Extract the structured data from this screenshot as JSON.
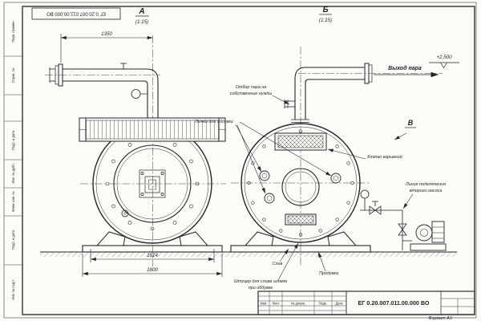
{
  "sheet": {
    "stamp_number": "ЕГ 0.20.007.011.00.000  ВО",
    "format": "Формат А3"
  },
  "margin": {
    "cells": [
      "Перв. примен.",
      "Справ. №",
      "Подп. и дата",
      "Инв. № дубл.",
      "Взам. инв. №",
      "Подп. и дата",
      "Инв. № подл."
    ]
  },
  "views": {
    "a_letter": "А",
    "a_scale": "(1:15)",
    "b_letter": "Б",
    "b_scale": "(1:15)",
    "v_letter": "В"
  },
  "dims": {
    "pipe_length": "1350",
    "inner_width": "1614",
    "base_width": "1800"
  },
  "callouts": {
    "steam_own": [
      "Отбор пара на",
      "собственные нужды"
    ],
    "hatches": "Лючки для обдувки",
    "explosion_valve": "Клапан взрывной",
    "steam_out": "Выход пара",
    "elevation": "+2,500",
    "pump_line": [
      "Линия подключения",
      "второго насоса"
    ],
    "sludge": [
      "Штуцер для слива шлама",
      "при обдувке"
    ],
    "drain": "Слив",
    "blowdown": "Продувка"
  },
  "title_block": {
    "doc_number": "ЕГ 0.20.007.011.00.000  ВО",
    "row_labels": [
      "Изм.",
      "Лист",
      "№ докум.",
      "Подп.",
      "Дата"
    ]
  }
}
